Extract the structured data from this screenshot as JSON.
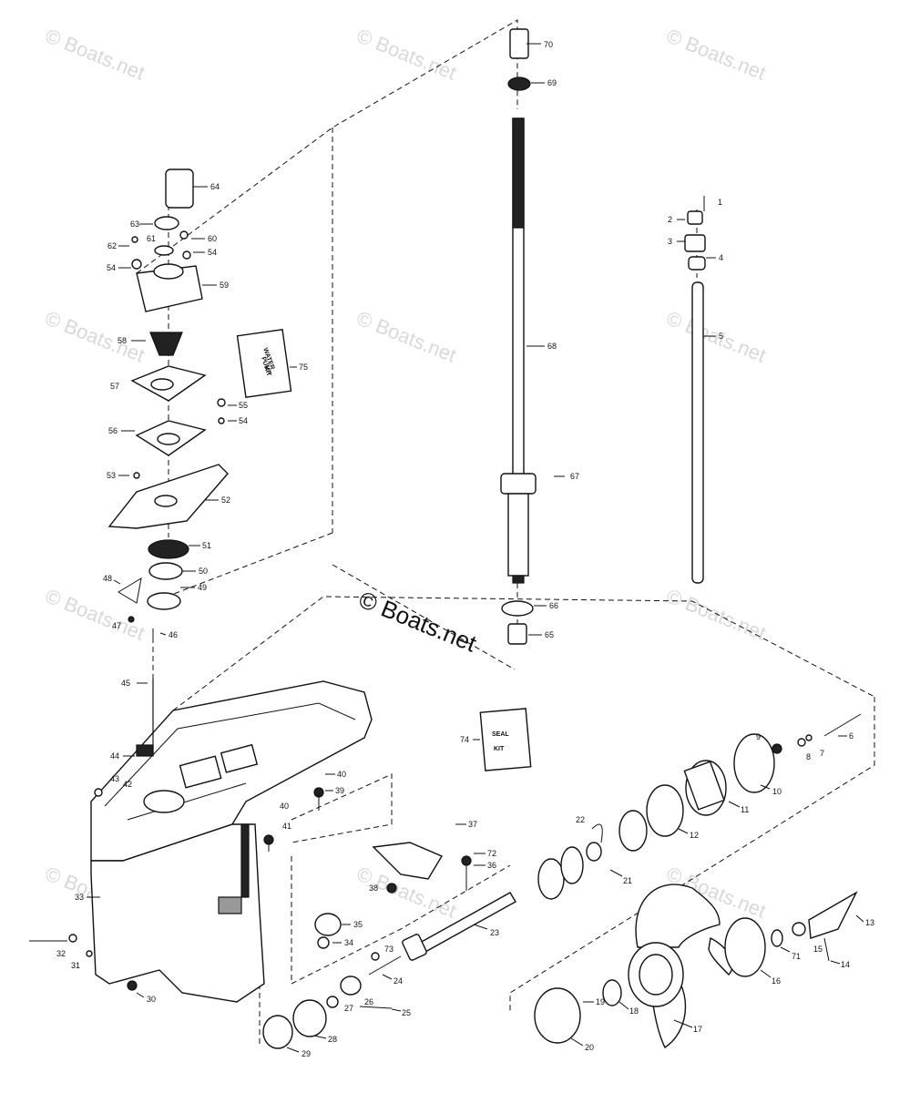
{
  "watermark": {
    "small_text": "© Boats.net",
    "big_text": "© Boats.net"
  },
  "kits": {
    "water_pump": [
      "WATER",
      "PUMP",
      "KIT"
    ],
    "seal": [
      "SEAL",
      "KIT"
    ]
  },
  "callouts": {
    "c1": "1",
    "c2": "2",
    "c3": "3",
    "c4": "4",
    "c5": "5",
    "c6": "6",
    "c7": "7",
    "c8": "8",
    "c9": "9",
    "c10": "10",
    "c11": "11",
    "c12": "12",
    "c13": "13",
    "c14": "14",
    "c15": "15",
    "c16": "16",
    "c17": "17",
    "c18": "18",
    "c19": "19",
    "c20": "20",
    "c21": "21",
    "c22": "22",
    "c23": "23",
    "c24": "24",
    "c25": "25",
    "c26": "26",
    "c27": "27",
    "c28": "28",
    "c29": "29",
    "c30": "30",
    "c31": "31",
    "c32": "32",
    "c33": "33",
    "c34": "34",
    "c35": "35",
    "c36": "36",
    "c37": "37",
    "c38": "38",
    "c39": "39",
    "c40a": "40",
    "c40b": "40",
    "c41": "41",
    "c42": "42",
    "c43": "43",
    "c44": "44",
    "c45": "45",
    "c46": "46",
    "c47": "47",
    "c48": "48",
    "c49": "49",
    "c50": "50",
    "c51": "51",
    "c52": "52",
    "c53": "53",
    "c54a": "54",
    "c54b": "54",
    "c54c": "54",
    "c55": "55",
    "c56": "56",
    "c57": "57",
    "c58": "58",
    "c59": "59",
    "c60": "60",
    "c61": "61",
    "c62": "62",
    "c63": "63",
    "c64": "64",
    "c65": "65",
    "c66": "66",
    "c67": "67",
    "c68": "68",
    "c69": "69",
    "c70": "70",
    "c71": "71",
    "c72": "72",
    "c73": "73",
    "c74": "74",
    "c75": "75"
  }
}
